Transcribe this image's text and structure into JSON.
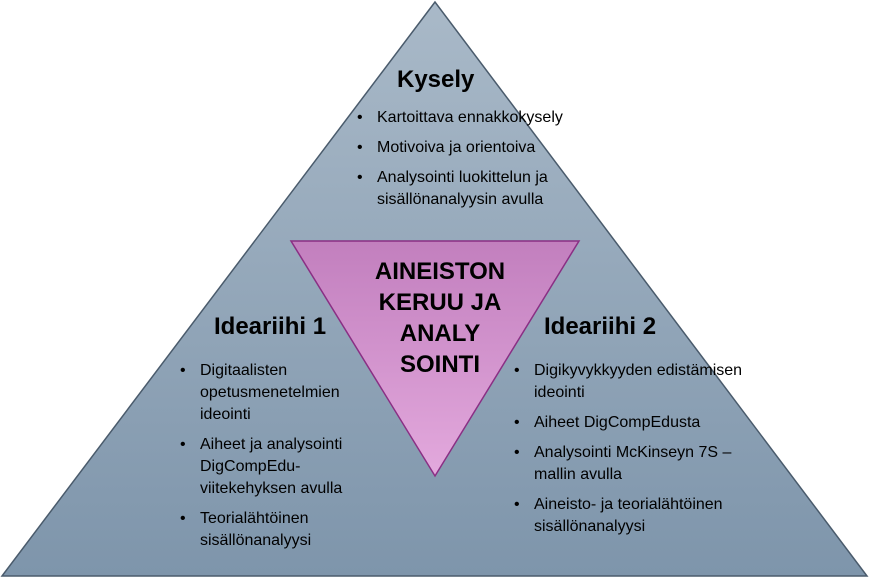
{
  "colors": {
    "triangle_top": "#a9b9c8",
    "triangle_bottom": "#7e95ab",
    "triangle_stroke": "#4a5b6c",
    "inner_top": "#c27fbe",
    "inner_bottom": "#e3a9dd",
    "inner_stroke": "#8a2f84"
  },
  "top_section": {
    "title": "Kysely",
    "items": [
      "Kartoittava ennakkokysely",
      "Motivoiva ja orientoiva",
      "Analysointi luokittelun ja sisällönanalyysin avulla"
    ]
  },
  "left_section": {
    "title": "Ideariihi 1",
    "items": [
      "Digitaalisten opetusmenetelmien ideointi",
      "Aiheet ja analysointi DigCompEdu-viitekehyksen avulla",
      "Teorialähtöinen sisällönanalyysi"
    ]
  },
  "right_section": {
    "title": "Ideariihi 2",
    "items": [
      "Digikyvykkyyden edistämisen ideointi",
      "Aiheet DigCompEdusta",
      "Analysointi McKinseyn 7S –mallin avulla",
      "Aineisto- ja teorialähtöinen sisällönanalyysi"
    ]
  },
  "center": {
    "lines": [
      "AINEISTON",
      "KERUU JA",
      "ANALY",
      "SOINTI"
    ]
  }
}
